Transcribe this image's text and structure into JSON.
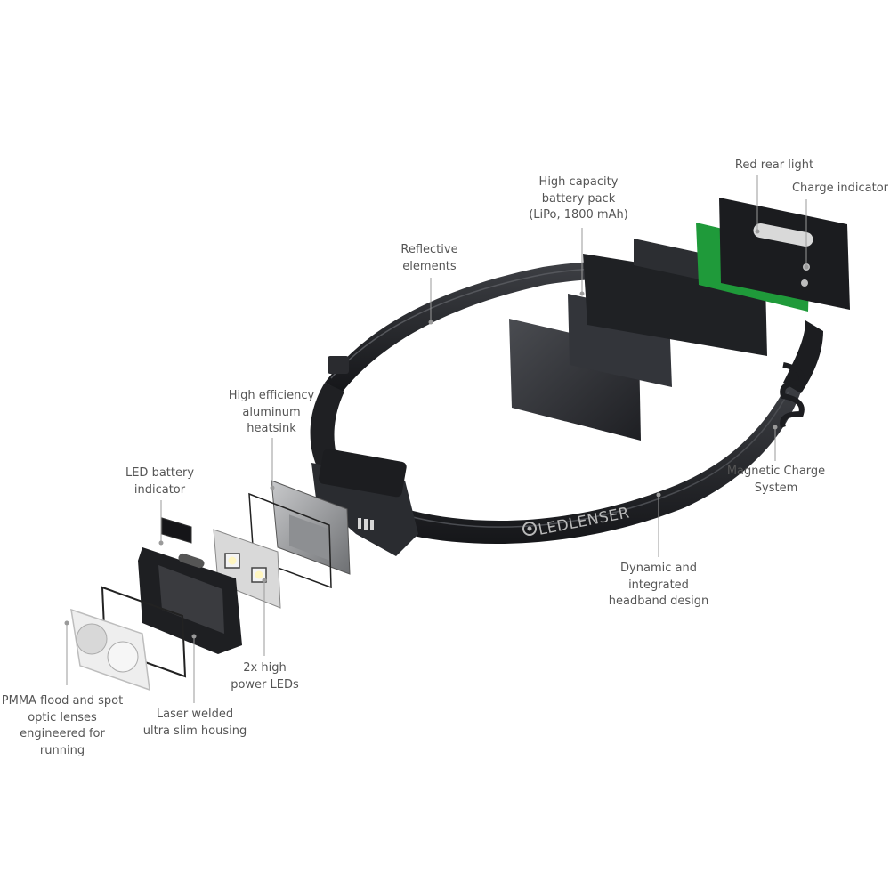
{
  "brand": {
    "logo_text": "LEDLENSER"
  },
  "annotations": {
    "red_rear_light": [
      "Red rear light"
    ],
    "charge_indicator": [
      "Charge indicator"
    ],
    "battery_pack": [
      "High capacity",
      "battery pack",
      "(LiPo, 1800 mAh)"
    ],
    "reflective": [
      "Reflective",
      "elements"
    ],
    "heatsink": [
      "High efficiency",
      "aluminum",
      "heatsink"
    ],
    "led_battery_indicator": [
      "LED battery",
      "indicator"
    ],
    "magnetic_charge": [
      "Magnetic Charge",
      "System"
    ],
    "headband": [
      "Dynamic and",
      "integrated",
      "headband design"
    ],
    "power_leds": [
      "2x high",
      "power LEDs"
    ],
    "housing": [
      "Laser welded",
      "ultra slim housing"
    ],
    "lenses": [
      "PMMA flood and spot",
      "optic lenses",
      "engineered for",
      "running"
    ]
  },
  "colors": {
    "band": "#1c1d20",
    "band_edge": "#3a3c40",
    "battery": "#2c2e32",
    "battery_face": "#3a3c41",
    "pcb": "#1f9a3a",
    "heatsink": "#8d8f92",
    "lens": "#e6e6e6",
    "label_text": "#555555",
    "leader": "#9a9a9a"
  }
}
